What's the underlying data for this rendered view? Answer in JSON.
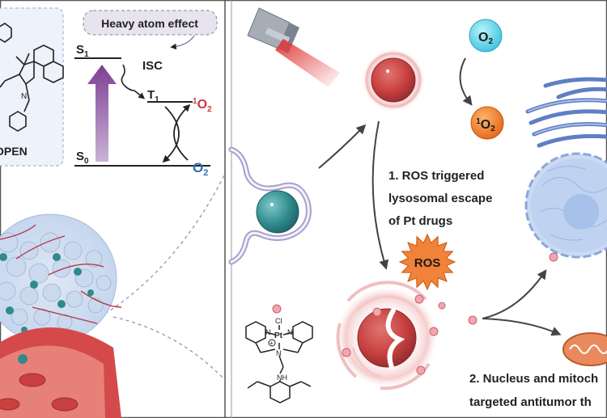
{
  "jablonski": {
    "callout": "Heavy atom effect",
    "s1": "S",
    "s1_sub": "1",
    "t1": "T",
    "t1_sub": "1",
    "s0": "S",
    "s0_sub": "0",
    "isc": "ISC",
    "singlet_oxygen_sup": "1",
    "singlet_oxygen": "O",
    "singlet_oxygen_sub": "2",
    "oxygen": "O",
    "oxygen_sub": "2"
  },
  "molecule_top": {
    "label": "OPEN"
  },
  "cell_process": {
    "o2_ground": "O",
    "o2_ground_sub": "2",
    "o2_singlet_sup": "1",
    "o2_singlet": "O",
    "o2_singlet_sub": "2",
    "ros_badge": "ROS",
    "step1_line1": "1. ROS triggered",
    "step1_line2": "lysosomal escape",
    "step1_line3": "of Pt drugs",
    "step2_line1": "2. Nucleus and mitoch",
    "step2_line2": "targeted antitumor th"
  },
  "pt_complex": {
    "cl": "Cl",
    "pt": "Pt",
    "n_left": "N",
    "n_right": "N",
    "n_center": "N",
    "charge": "+",
    "nh": "NH"
  },
  "colors": {
    "panel_border": "#555555",
    "left_panel_bg": "#eef2fb",
    "callout_bg": "#e8e4ef",
    "arrow_purple": "#8a4f9a",
    "oxygen_blue": "#2a6fb8",
    "singlet_red": "#c9363d",
    "o2_cyan": "#5ed3e8",
    "o2_orange": "#f07a1e",
    "lysosome_red": "#c8403f",
    "teal": "#2f8a8c",
    "ros_orange": "#f0823a",
    "cell_blue": "#b9cdee",
    "golgi_blue": "#6e8fcf"
  }
}
